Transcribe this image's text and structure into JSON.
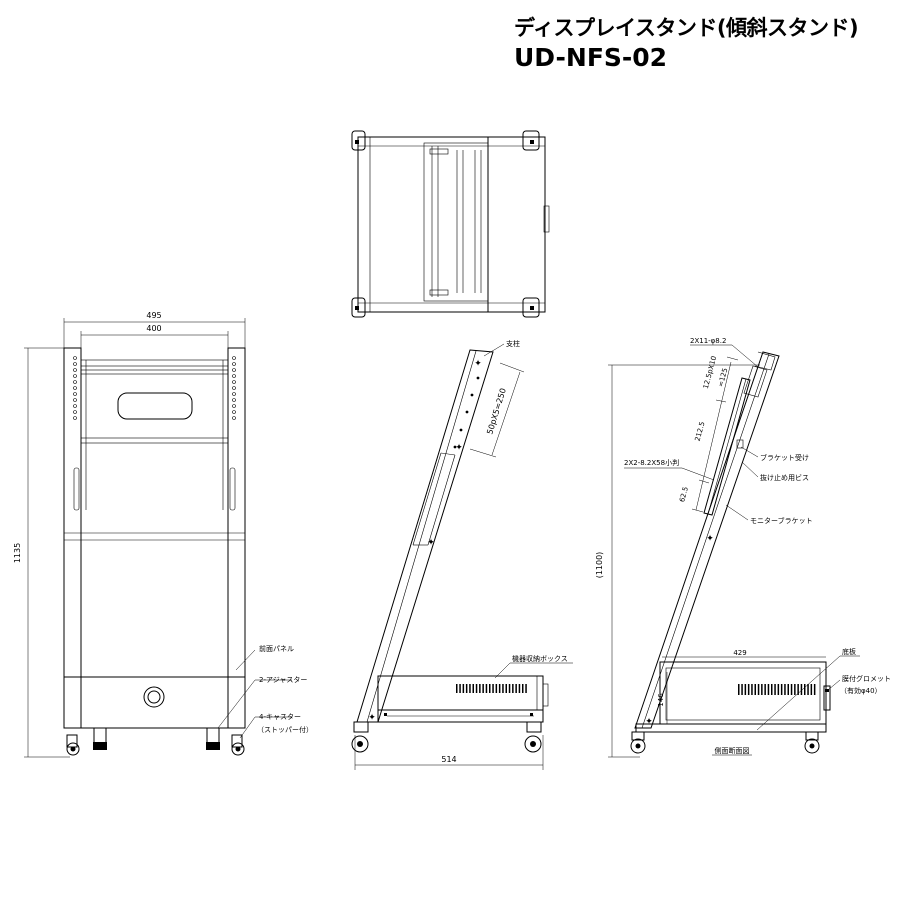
{
  "title": {
    "line1": "ディスプレイスタンド(傾斜スタンド)",
    "line2": "UD-NFS-02"
  },
  "front_view": {
    "dim_width_outer": "495",
    "dim_width_inner": "400",
    "dim_height": "1135",
    "label_front_panel": "前面パネル",
    "label_adjuster": "2-アジャスター",
    "label_caster": "4-キャスター",
    "label_caster_note": "（ストッパー付）"
  },
  "side_view": {
    "label_post": "支柱",
    "dim_pitch": "50pX5=250",
    "label_equipment_box": "機器収納ボックス",
    "dim_depth": "514"
  },
  "section_view": {
    "dim_hole": "2X11-φ8.2",
    "dim_pitch": "12.5pX10",
    "dim_125": "=125",
    "dim_2125": "212.5",
    "dim_625": "62.5",
    "dim_screw": "2X2-8.2X58小判",
    "label_bracket_receiver": "ブラケット受け",
    "label_retaining_screw": "抜け止め用ビス",
    "label_monitor_bracket": "モニターブラケット",
    "dim_height": "(1100)",
    "dim_429": "429",
    "dim_146": "146",
    "label_bottom_plate": "底板",
    "label_grommet": "膜付グロメット",
    "label_grommet_note": "（有効φ40）",
    "caption": "側面断面図"
  }
}
